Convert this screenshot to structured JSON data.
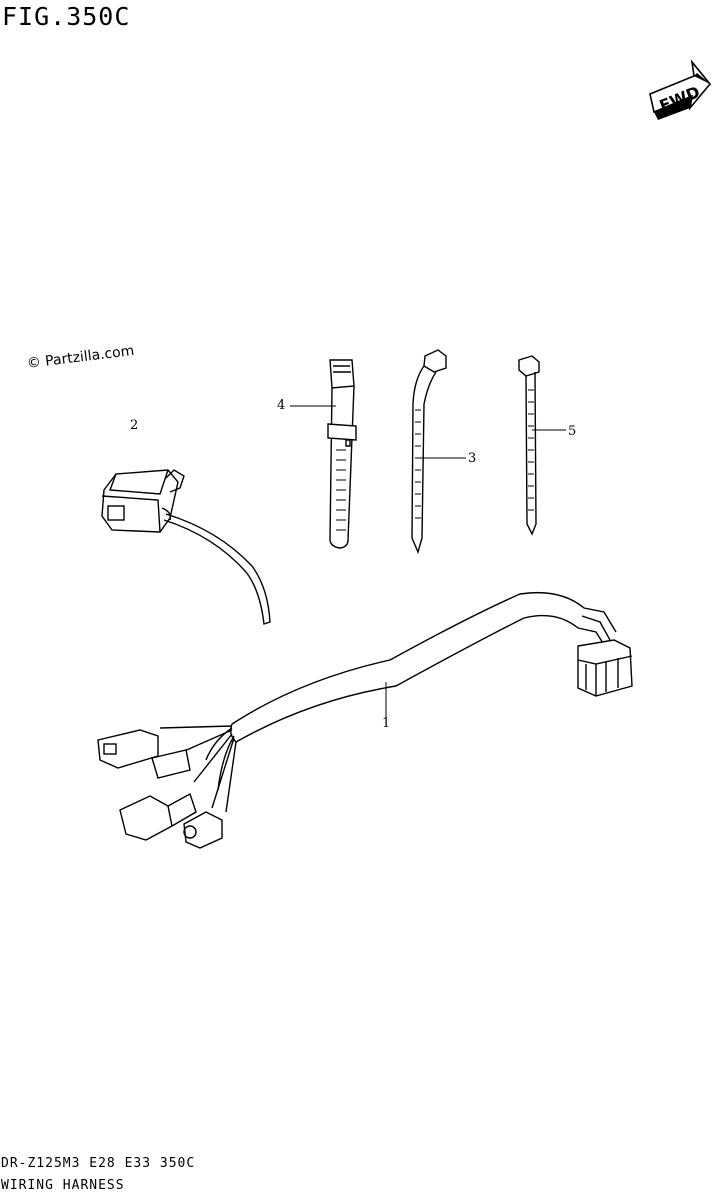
{
  "figure": {
    "title": "FIG.350C"
  },
  "orientation": {
    "label": "FWD"
  },
  "watermark": {
    "text": "© Partzilla.com"
  },
  "callouts": [
    {
      "id": "1",
      "label": "1"
    },
    {
      "id": "2",
      "label": "2"
    },
    {
      "id": "3",
      "label": "3"
    },
    {
      "id": "4",
      "label": "4"
    },
    {
      "id": "5",
      "label": "5"
    }
  ],
  "footer": {
    "model_line": "DR-Z125M3 E28 E33 350C",
    "section_name": "WIRING HARNESS"
  }
}
